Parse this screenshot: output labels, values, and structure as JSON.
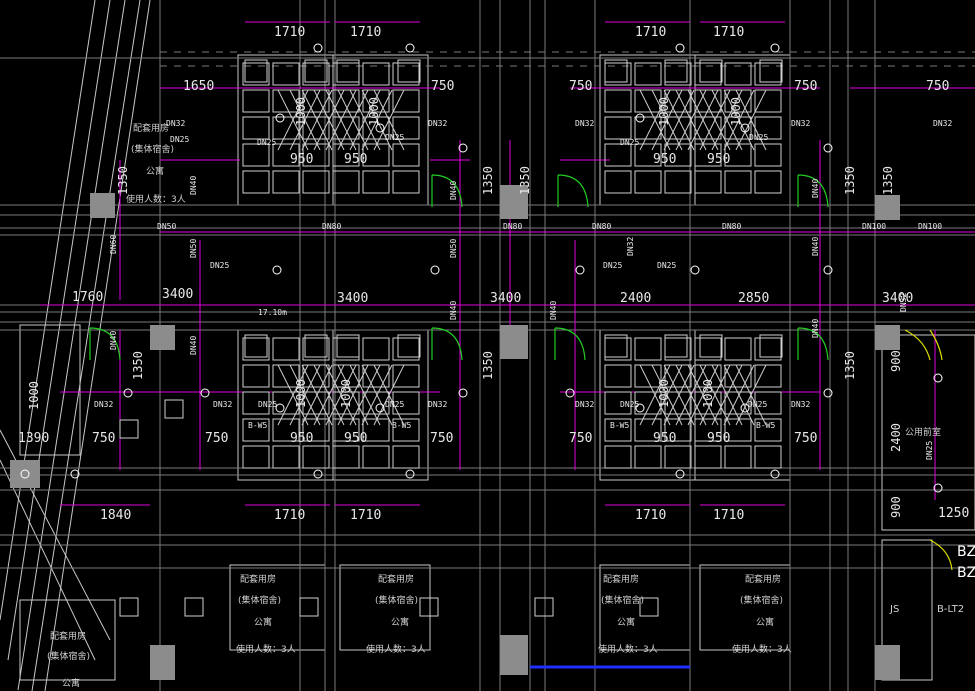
{
  "drawing": {
    "dims_top": [
      "1710",
      "1710",
      "1710",
      "1710"
    ],
    "dims_upper": [
      "1650",
      "750",
      "1000",
      "1000",
      "950",
      "950",
      "750",
      "1000",
      "1000",
      "950",
      "950",
      "750"
    ],
    "dims_mid": [
      "1760",
      "3400",
      "3400",
      "3400",
      "2400",
      "2850",
      "3400"
    ],
    "dims_vert": [
      "1350",
      "1350",
      "1350",
      "1350"
    ],
    "dims_lower": [
      "1390",
      "750",
      "750",
      "950",
      "950",
      "750",
      "1000",
      "1000",
      "750",
      "950",
      "950",
      "750"
    ],
    "dims_bottom": [
      "1840",
      "1710",
      "1710",
      "1710",
      "1710",
      "1250"
    ],
    "dims_right": [
      "900",
      "2400",
      "900"
    ],
    "pipes": {
      "dn25": "DN25",
      "dn32": "DN32",
      "dn40": "DN40",
      "dn50": "DN50",
      "dn60": "DN60",
      "dn80": "DN80",
      "dn100": "DN100"
    },
    "room_labels": {
      "peitao": "配套用房",
      "jiti": "(集体宿舍)",
      "gongyu": "公寓",
      "shiyong": "使用人数：3人",
      "gongyong": "公用前室",
      "js": "JS",
      "blt": "B-LT2",
      "bz": "BZ",
      "corridor": "17.10m",
      "bw": "B-W5"
    }
  }
}
